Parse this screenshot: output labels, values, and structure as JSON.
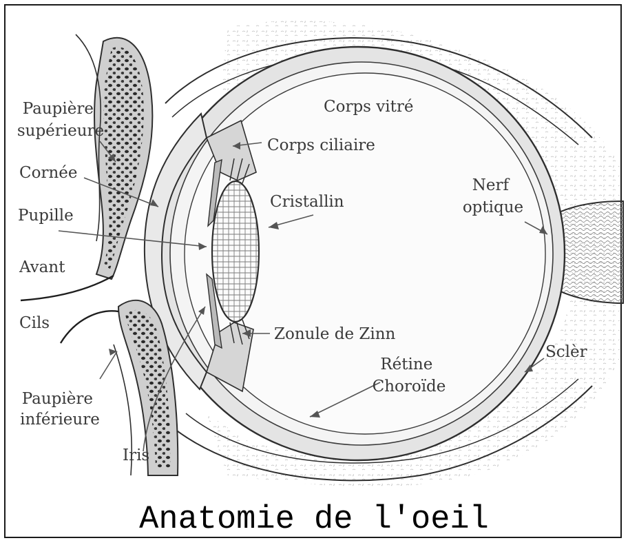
{
  "title": "Anatomie de l'oeil",
  "labels": {
    "paupiere_sup": [
      "Paupière",
      "supérieure"
    ],
    "cornee": "Cornée",
    "pupille": "Pupille",
    "avant": "Avant",
    "cils": "Cils",
    "paupiere_inf": [
      "Paupière",
      "inférieure"
    ],
    "iris": "Iris",
    "corps_vitre": "Corps vitré",
    "corps_ciliaire": "Corps ciliaire",
    "cristallin": "Cristallin",
    "nerf_optique": [
      "Nerf",
      "optique"
    ],
    "zonule": "Zonule de Zinn",
    "retine_choroide": [
      "Rétine",
      "Choroïde"
    ],
    "scler": "Sclèr"
  },
  "colors": {
    "ink": "#2e2e2e",
    "tissue_fill": "#e4e4e4",
    "eyelid_fill": "#cfcfcf",
    "background": "#ffffff"
  }
}
